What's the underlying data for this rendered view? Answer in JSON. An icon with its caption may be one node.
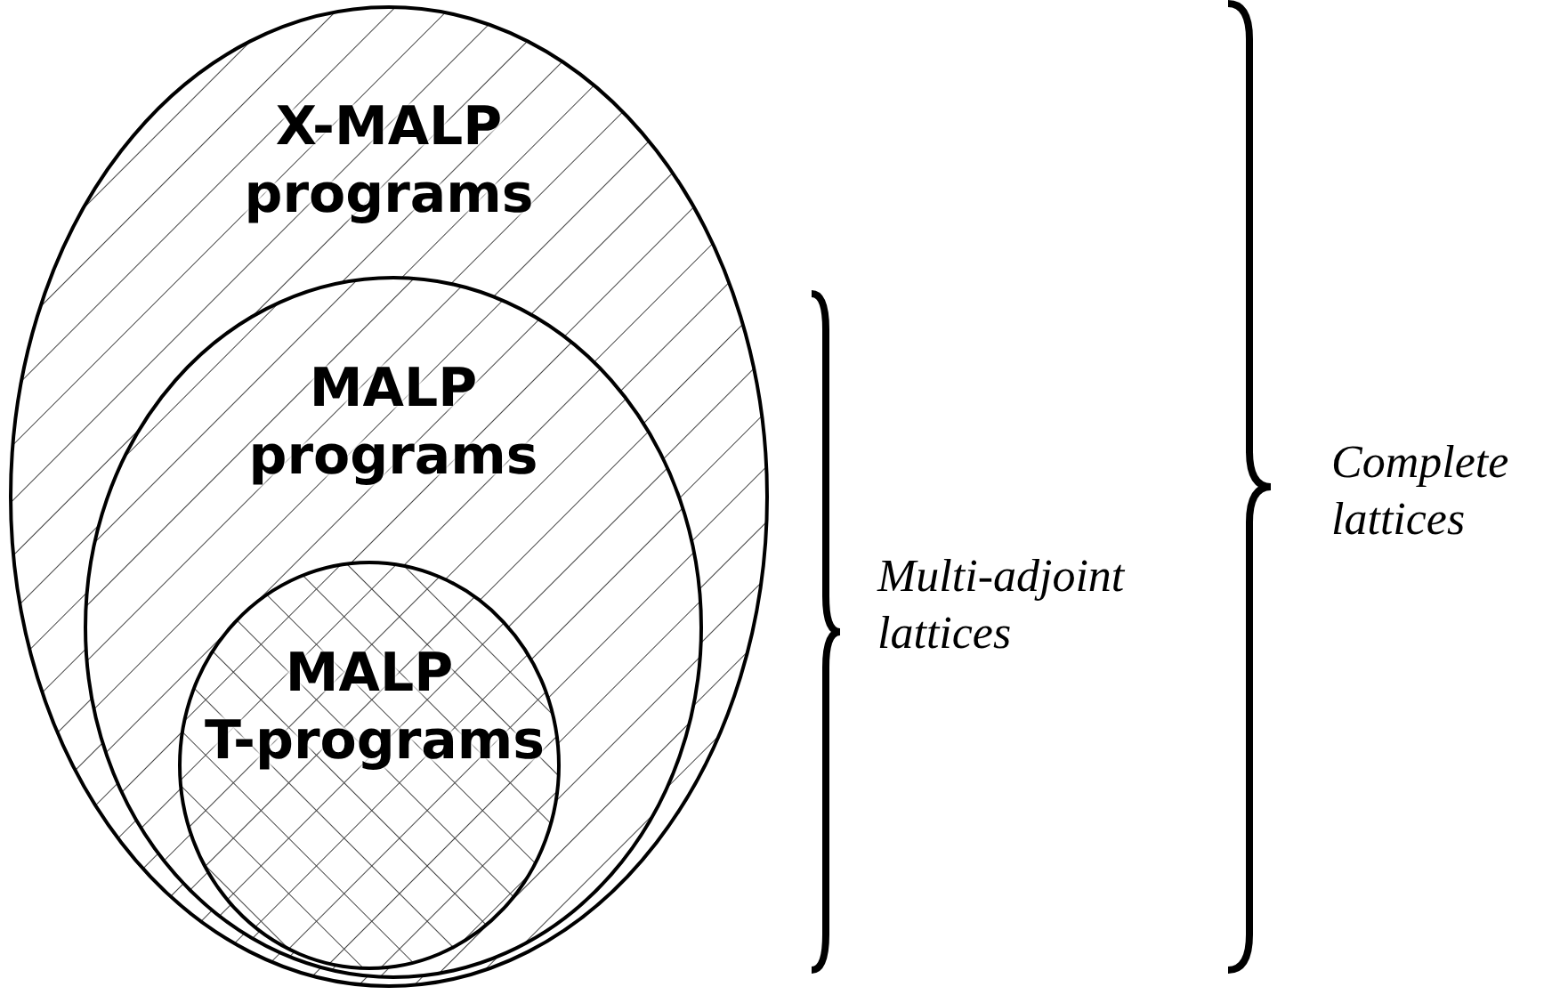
{
  "diagram": {
    "nodes": [
      {
        "text": [
          "X-MALP programs"
        ]
      },
      {
        "text": [
          "MALP programs"
        ],
        "in": 0
      },
      {
        "text": [
          "MALP T-programs"
        ],
        "in": 1
      }
    ],
    "labels": [
      "Multi-adjoint lattices",
      "Complete lattices"
    ]
  }
}
